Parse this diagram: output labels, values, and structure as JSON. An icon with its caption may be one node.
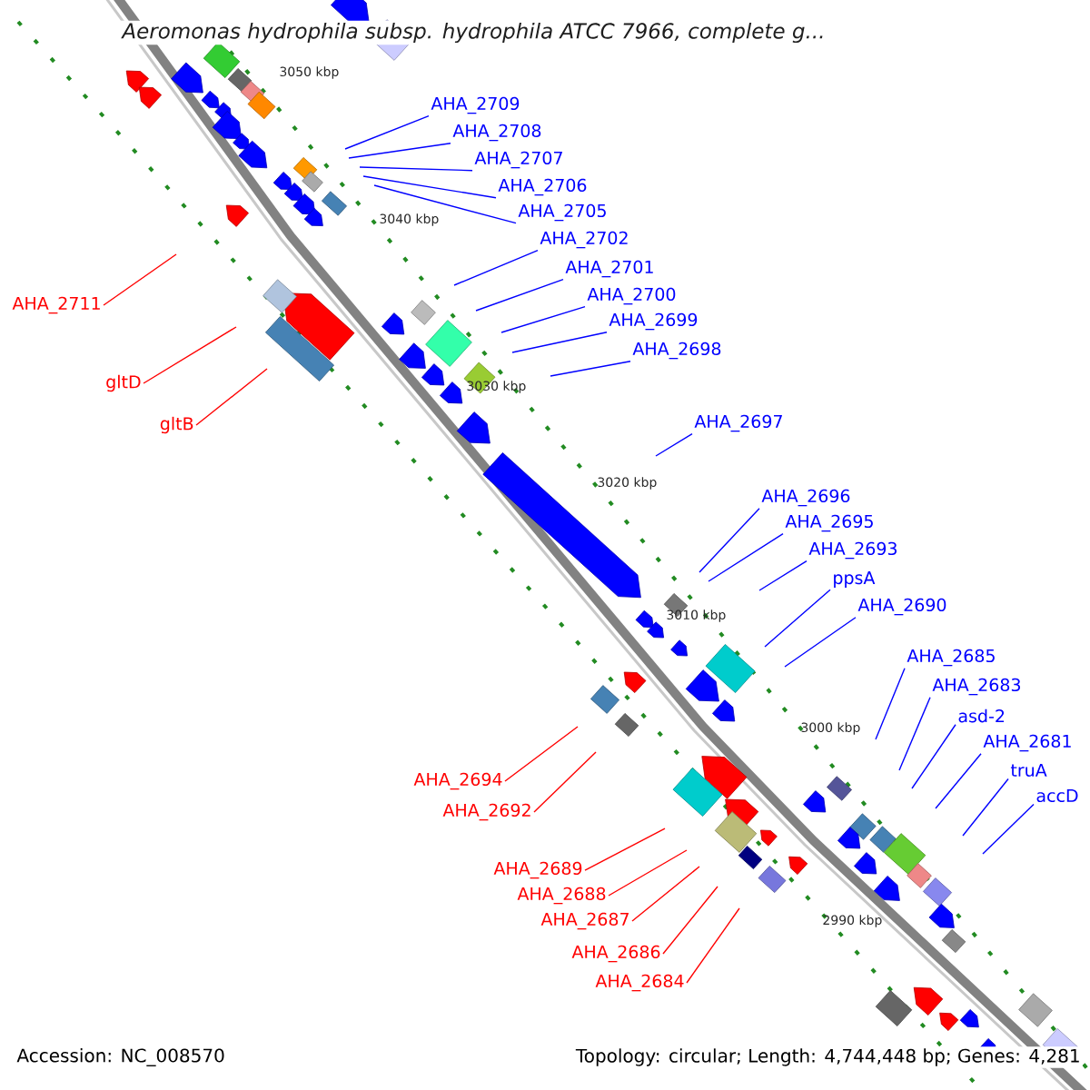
{
  "diagram": {
    "title": "Aeromonas hydrophila subsp. hydrophila ATCC 7966, complete g...",
    "nodes": [
      {
        "text": [
          "AHA_2709"
        ]
      },
      {
        "text": [
          "AHA_2708"
        ]
      },
      {
        "text": [
          "AHA_2707"
        ]
      },
      {
        "text": [
          "AHA_2706"
        ]
      },
      {
        "text": [
          "AHA_2705"
        ]
      },
      {
        "text": [
          "AHA_2702"
        ]
      },
      {
        "text": [
          "AHA_2701"
        ]
      },
      {
        "text": [
          "AHA_2700"
        ]
      },
      {
        "text": [
          "AHA_2699"
        ]
      },
      {
        "text": [
          "AHA_2698"
        ]
      },
      {
        "text": [
          "AHA_2711"
        ]
      },
      {
        "text": [
          "gltD"
        ]
      },
      {
        "text": [
          "gltB"
        ]
      },
      {
        "text": [
          "AHA_2697"
        ]
      },
      {
        "text": [
          "AHA_2696"
        ]
      },
      {
        "text": [
          "AHA_2695"
        ]
      },
      {
        "text": [
          "AHA_2693"
        ]
      },
      {
        "text": [
          "ppsA"
        ]
      },
      {
        "text": [
          "AHA_2690"
        ]
      },
      {
        "text": [
          "AHA_2685"
        ]
      },
      {
        "text": [
          "AHA_2683"
        ]
      },
      {
        "text": [
          "asd-2"
        ]
      },
      {
        "text": [
          "AHA_2681"
        ]
      },
      {
        "text": [
          "truA"
        ]
      },
      {
        "text": [
          "accD"
        ]
      },
      {
        "text": [
          "AHA_2694"
        ]
      },
      {
        "text": [
          "AHA_2692"
        ]
      },
      {
        "text": [
          "AHA_2689"
        ]
      },
      {
        "text": [
          "AHA_2688"
        ]
      },
      {
        "text": [
          "AHA_2687"
        ]
      },
      {
        "text": [
          "AHA_2686"
        ]
      },
      {
        "text": [
          "AHA_2684"
        ]
      }
    ],
    "edges": [
      {
        "from": 0,
        "to": null,
        "arrow": "none"
      },
      {
        "from": 1,
        "to": null,
        "arrow": "none"
      },
      {
        "from": 2,
        "to": null,
        "arrow": "none"
      },
      {
        "from": 3,
        "to": null,
        "arrow": "none"
      },
      {
        "from": 4,
        "to": null,
        "arrow": "none"
      },
      {
        "from": 5,
        "to": null,
        "arrow": "none"
      },
      {
        "from": 6,
        "to": null,
        "arrow": "none"
      },
      {
        "from": 7,
        "to": null,
        "arrow": "none"
      },
      {
        "from": 8,
        "to": null,
        "arrow": "none"
      },
      {
        "from": 9,
        "to": null,
        "arrow": "none"
      },
      {
        "from": 10,
        "to": null,
        "arrow": "none",
        "color": "#ff0000"
      },
      {
        "from": 11,
        "to": null,
        "arrow": "none",
        "color": "#ff0000"
      },
      {
        "from": 12,
        "to": null,
        "arrow": "none",
        "color": "#ff0000"
      },
      {
        "from": 13,
        "to": null,
        "arrow": "none"
      },
      {
        "from": 14,
        "to": null,
        "arrow": "none"
      },
      {
        "from": 15,
        "to": null,
        "arrow": "none"
      },
      {
        "from": 16,
        "to": null,
        "arrow": "none"
      },
      {
        "from": 17,
        "to": null,
        "arrow": "none"
      },
      {
        "from": 18,
        "to": null,
        "arrow": "none"
      },
      {
        "from": 19,
        "to": null,
        "arrow": "none"
      },
      {
        "from": 20,
        "to": null,
        "arrow": "none"
      },
      {
        "from": 21,
        "to": null,
        "arrow": "none"
      },
      {
        "from": 22,
        "to": null,
        "arrow": "none"
      },
      {
        "from": 23,
        "to": null,
        "arrow": "none"
      },
      {
        "from": 24,
        "to": null,
        "arrow": "none"
      },
      {
        "from": 25,
        "to": null,
        "arrow": "none",
        "color": "#ff0000"
      },
      {
        "from": 26,
        "to": null,
        "arrow": "none",
        "color": "#ff0000"
      },
      {
        "from": 27,
        "to": null,
        "arrow": "none",
        "color": "#ff0000"
      },
      {
        "from": 28,
        "to": null,
        "arrow": "none",
        "color": "#ff0000"
      },
      {
        "from": 29,
        "to": null,
        "arrow": "none",
        "color": "#ff0000"
      },
      {
        "from": 30,
        "to": null,
        "arrow": "none",
        "color": "#ff0000"
      },
      {
        "from": 31,
        "to": null,
        "arrow": "none",
        "color": "#ff0000"
      }
    ],
    "labels": [
      "3050 kbp",
      "3040 kbp",
      "3030 kbp",
      "3020 kbp",
      "3010 kbp",
      "3000 kbp",
      "2990 kbp",
      "Accession: NC_008570",
      "Topology: circular; Length: 4,744,448 bp; Genes: 4,281"
    ]
  }
}
